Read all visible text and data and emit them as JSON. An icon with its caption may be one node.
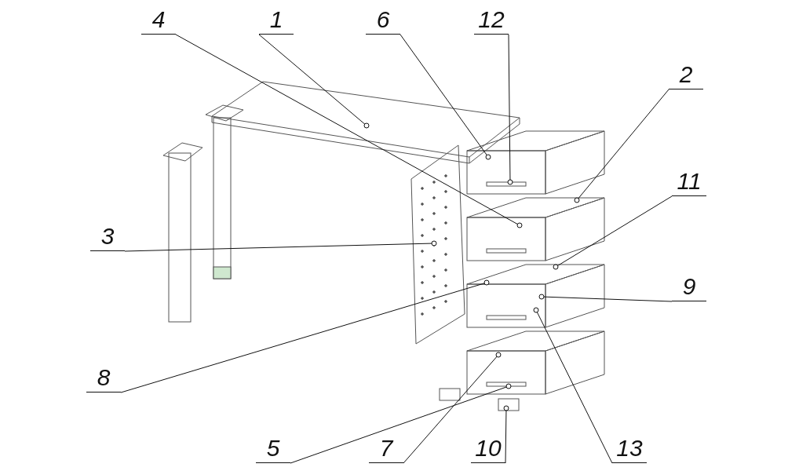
{
  "diagram": {
    "nodes": [
      {
        "text": [
          "4"
        ]
      },
      {
        "text": [
          "1"
        ]
      },
      {
        "text": [
          "6"
        ]
      },
      {
        "text": [
          "12"
        ]
      },
      {
        "text": [
          "2"
        ]
      },
      {
        "text": [
          "11"
        ]
      },
      {
        "text": [
          "3"
        ]
      },
      {
        "text": [
          "9"
        ]
      },
      {
        "text": [
          "8"
        ]
      },
      {
        "text": [
          "5"
        ]
      },
      {
        "text": [
          "7"
        ]
      },
      {
        "text": [
          "10"
        ]
      },
      {
        "text": [
          "13"
        ]
      }
    ],
    "edges": [
      {
        "from": 0,
        "to": null,
        "arrow": "other"
      },
      {
        "from": 1,
        "to": null,
        "arrow": "other"
      },
      {
        "from": 2,
        "to": null,
        "arrow": "other"
      },
      {
        "from": 3,
        "to": null,
        "arrow": "other"
      },
      {
        "from": 4,
        "to": null,
        "arrow": "other"
      },
      {
        "from": 5,
        "to": null,
        "arrow": "other"
      },
      {
        "from": 6,
        "to": null,
        "arrow": "other"
      },
      {
        "from": 7,
        "to": null,
        "arrow": "other"
      },
      {
        "from": 8,
        "to": null,
        "arrow": "other"
      },
      {
        "from": 9,
        "to": null,
        "arrow": "other"
      },
      {
        "from": 10,
        "to": null,
        "arrow": "other"
      },
      {
        "from": 11,
        "to": null,
        "arrow": "other"
      },
      {
        "from": 12,
        "to": null,
        "arrow": "other"
      }
    ]
  }
}
